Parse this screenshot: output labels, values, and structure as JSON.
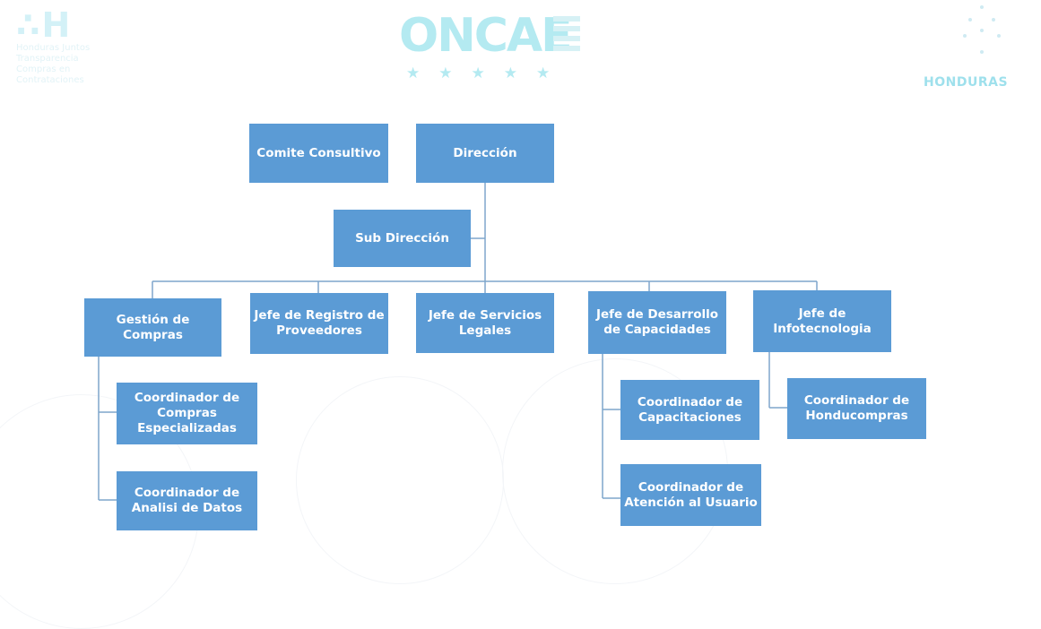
{
  "header": {
    "left_logo_mark": "∴H",
    "left_logo_subtitle": [
      "Honduras Juntos",
      "Transparencia",
      "Compras en",
      "Contrataciones"
    ],
    "center_logo_word": "ONCAE",
    "center_logo_stars": "★★★★★",
    "right_logo_country": "HONDURAS"
  },
  "org_chart": {
    "nodes": {
      "comite": "Comite Consultivo",
      "direccion": "Dirección",
      "subdireccion": "Sub Dirección",
      "gestion_compras": "Gestión de Compras",
      "registro_proveedores": "Jefe de Registro de Proveedores",
      "servicios_legales": "Jefe de Servicios Legales",
      "desarrollo_capacidades": "Jefe de Desarrollo de Capacidades",
      "infotecnologia": "Jefe de Infotecnologia",
      "compras_especializadas": "Coordinador de Compras Especializadas",
      "analisis_datos": "Coordinador de Analisi de Datos",
      "capacitaciones": "Coordinador de Capacitaciones",
      "atencion_usuario": "Coordinador de Atención al Usuario",
      "honducompras": "Coordinador de Honducompras"
    },
    "colors": {
      "node_fill": "#5b9bd5",
      "connector": "#7fa6cc",
      "logo_tint": "#b4eaf1"
    }
  }
}
